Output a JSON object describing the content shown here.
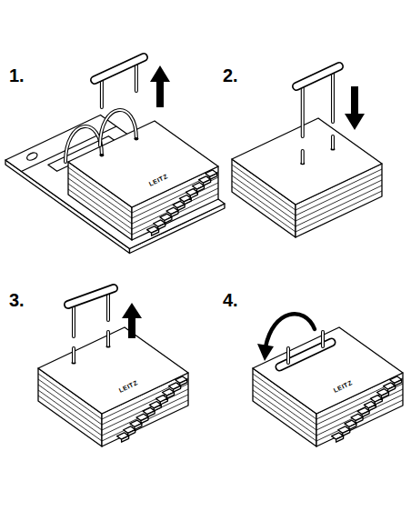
{
  "diagram": {
    "labels": [
      "1.",
      "2.",
      "3.",
      "4.",
      "LEITZ",
      "LEITZ",
      "LEITZ"
    ]
  }
}
